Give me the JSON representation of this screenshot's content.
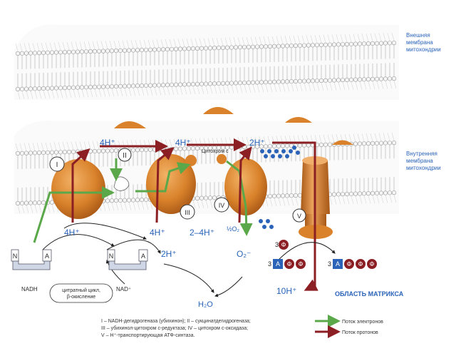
{
  "labels": {
    "outer_membrane": [
      "Внешняя",
      "мембрана",
      "митохондрии"
    ],
    "inner_membrane": [
      "Внутренняя",
      "мембрана",
      "митохондрии"
    ],
    "matrix_area": "ОБЛАСТЬ МАТРИКСА",
    "cytochrome_c": "Цитохром с",
    "cycle": [
      "цитратный цикл,",
      "β-окисление"
    ],
    "nadh": "NADH",
    "nad": "NAD⁺",
    "coenzyme_n": "N",
    "coenzyme_a": "A",
    "coenzyme_n2": "N",
    "coenzyme_a2": "A"
  },
  "complexes": [
    "I",
    "II",
    "III",
    "IV",
    "V"
  ],
  "protons": {
    "ims_1": "4H⁺",
    "ims_2": "4H⁺",
    "ims_3": "2H⁺",
    "mat_1": "4H⁺",
    "mat_2": "4H⁺",
    "mat_3": "2–4H⁺",
    "mat_4": "2H⁺",
    "mat_5": "10H⁺"
  },
  "oxygen": {
    "half_o2": "½O₂",
    "superoxide": "O₂⁻",
    "water": "H₂O"
  },
  "atp_symbols": {
    "phi": "Ф",
    "a": "A"
  },
  "legend": {
    "line1": "I – NADH-дегидрогеназа (убихинон); II – сукцинатдегидрогеназа;",
    "line2": "III – убихинол-цитохром с-редуктаза; IV – цитохром с-оксидаза;",
    "line3": "V – H⁺-транспортирующая АТФ-синтаза.",
    "electron_flow": "Поток электронов",
    "proton_flow": "Поток протонов"
  },
  "colors": {
    "protein": "#d9822b",
    "protein_dark": "#b5611a",
    "electron": "#5aa84a",
    "proton": "#8b1f24",
    "label": "#2a63b8",
    "membrane_head": "#f4f4f4",
    "membrane_tail": "#c9c9c9"
  }
}
